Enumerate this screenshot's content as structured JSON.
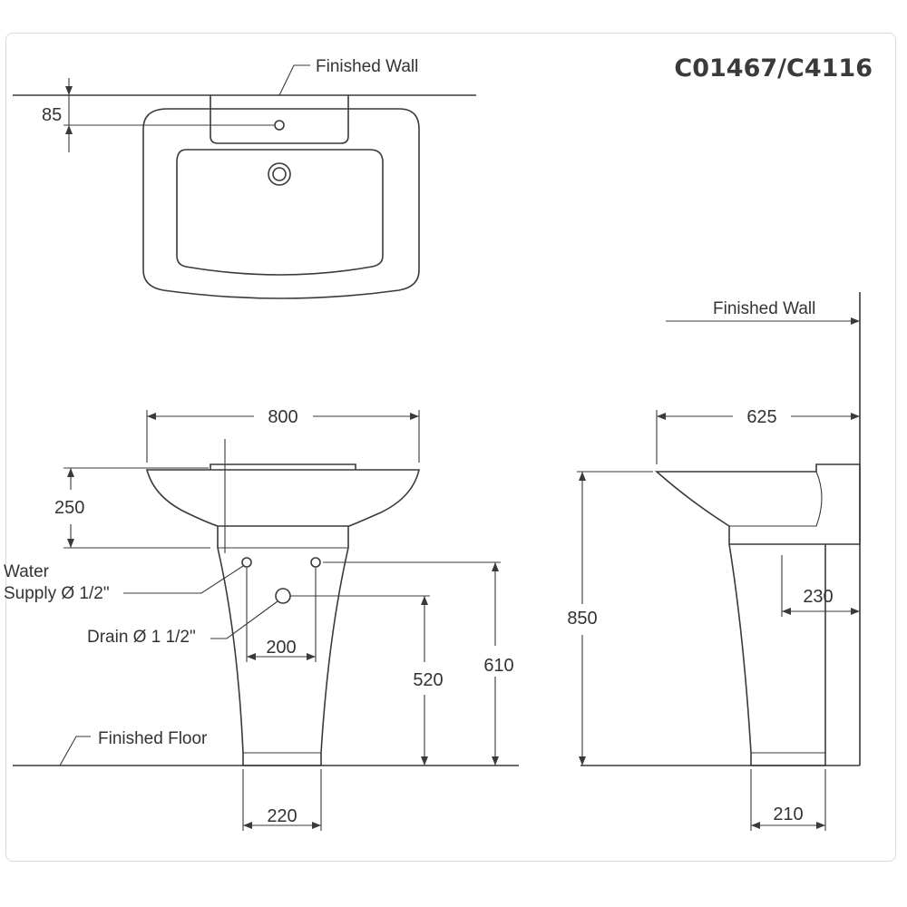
{
  "model_code": "C01467/C4116",
  "labels": {
    "finished_wall_top": "Finished Wall",
    "finished_wall_side": "Finished Wall",
    "water_supply_line1": "Water",
    "water_supply_line2": "Supply Ø 1/2\"",
    "drain": "Drain Ø 1 1/2\"",
    "finished_floor": "Finished Floor"
  },
  "dimensions": {
    "wall_offset": "85",
    "front_width": "800",
    "basin_depth": "250",
    "supply_spacing": "200",
    "drain_height": "520",
    "supply_height": "610",
    "pedestal_base_front": "220",
    "side_depth": "625",
    "overall_height": "850",
    "pedestal_offset": "230",
    "pedestal_base_side": "210"
  },
  "colors": {
    "line": "#3a3a3a",
    "text": "#333333",
    "frame": "#d9d9d9"
  }
}
